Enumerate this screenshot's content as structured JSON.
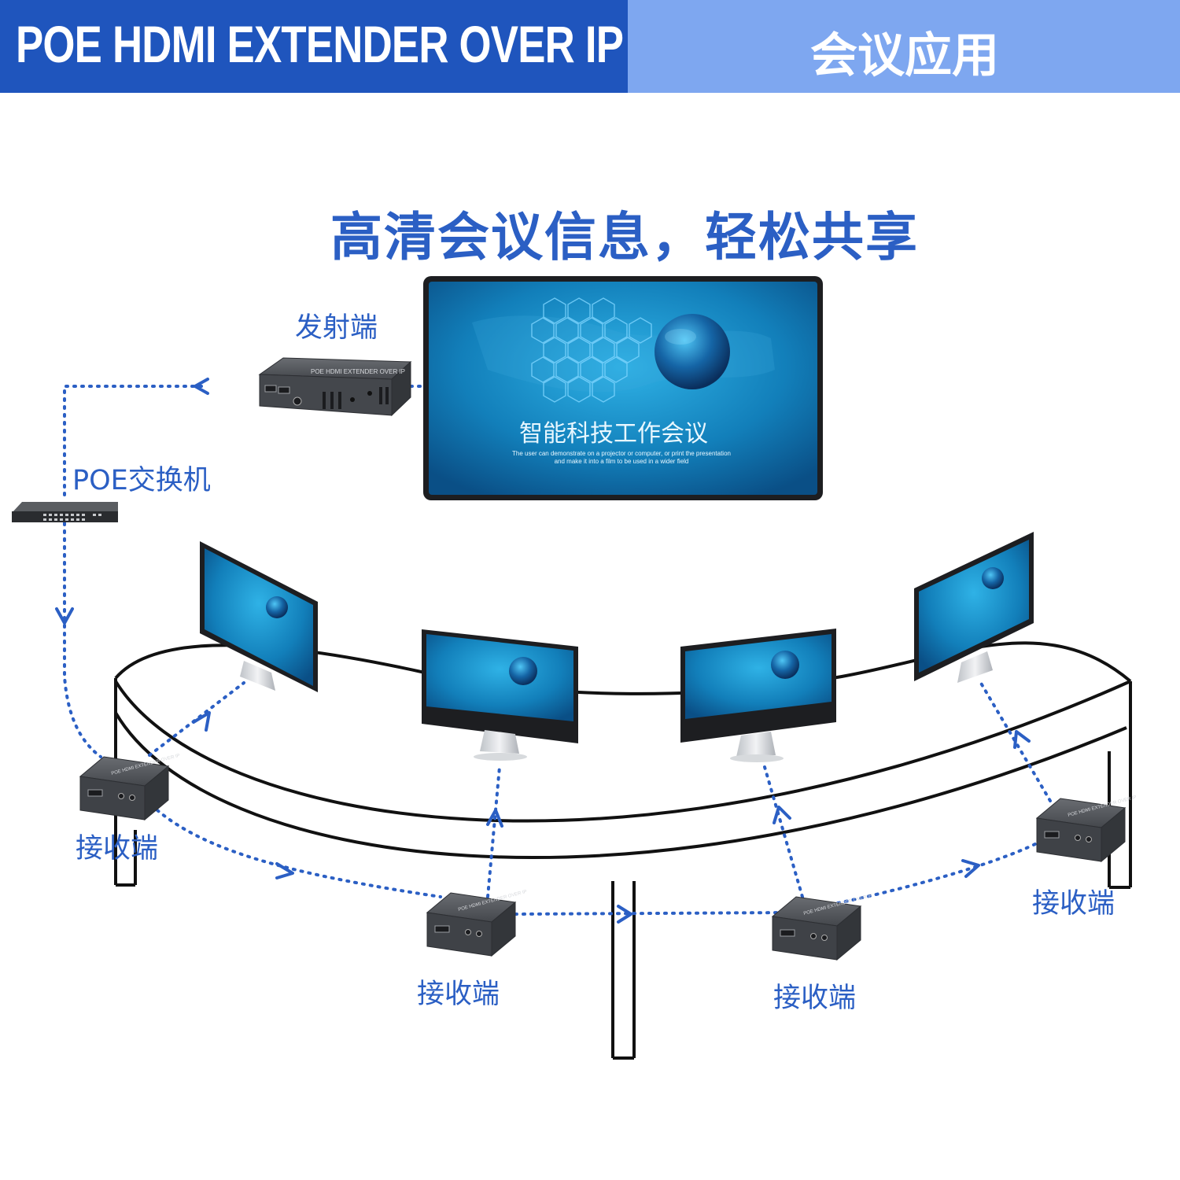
{
  "header": {
    "title": "POE HDMI EXTENDER OVER IP",
    "subtitle": "会议应用"
  },
  "headline": "高清会议信息，轻松共享",
  "labels": {
    "transmitter": "发射端",
    "switch": "POE交换机",
    "receiver": "接收端"
  },
  "main_screen": {
    "title": "智能科技工作会议",
    "caption_line1": "The user can demonstrate on a projector or computer, or print the presentation",
    "caption_line2": "and make it into a film to be used in a wider field"
  },
  "device_text": "POE HDMI EXTENDER OVER IP",
  "colors": {
    "header_dark": "#1f55bd",
    "header_light": "#7ea7f0",
    "accent_blue": "#2b5fc4",
    "screen_blue": "#1a8fc8",
    "device_gray": "#4a4d52"
  }
}
